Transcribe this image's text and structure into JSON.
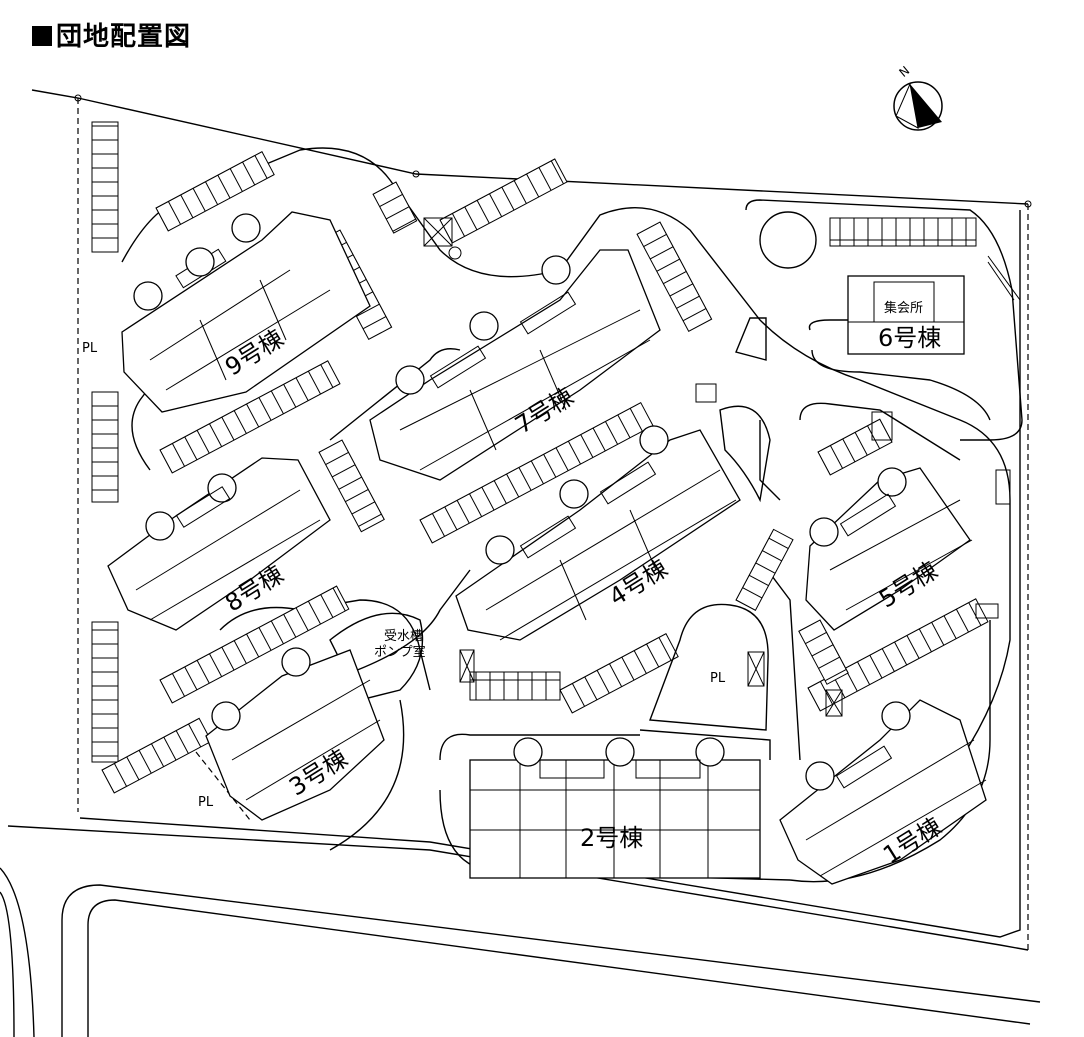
{
  "title": "団地配置図",
  "compass": {
    "label": "N"
  },
  "buildings": [
    {
      "label": "9号棟"
    },
    {
      "label": "7号棟"
    },
    {
      "label": "8号棟"
    },
    {
      "label": "4号棟"
    },
    {
      "label": "5号棟"
    },
    {
      "label": "6号棟"
    },
    {
      "label": "3号棟"
    },
    {
      "label": "2号棟"
    },
    {
      "label": "1号棟"
    }
  ],
  "facilities": {
    "meeting_hall": "集会所",
    "pump_room_line1": "受水槽",
    "pump_room_line2": "ポンプ室"
  },
  "play_lots": [
    "PL",
    "PL",
    "PL"
  ]
}
